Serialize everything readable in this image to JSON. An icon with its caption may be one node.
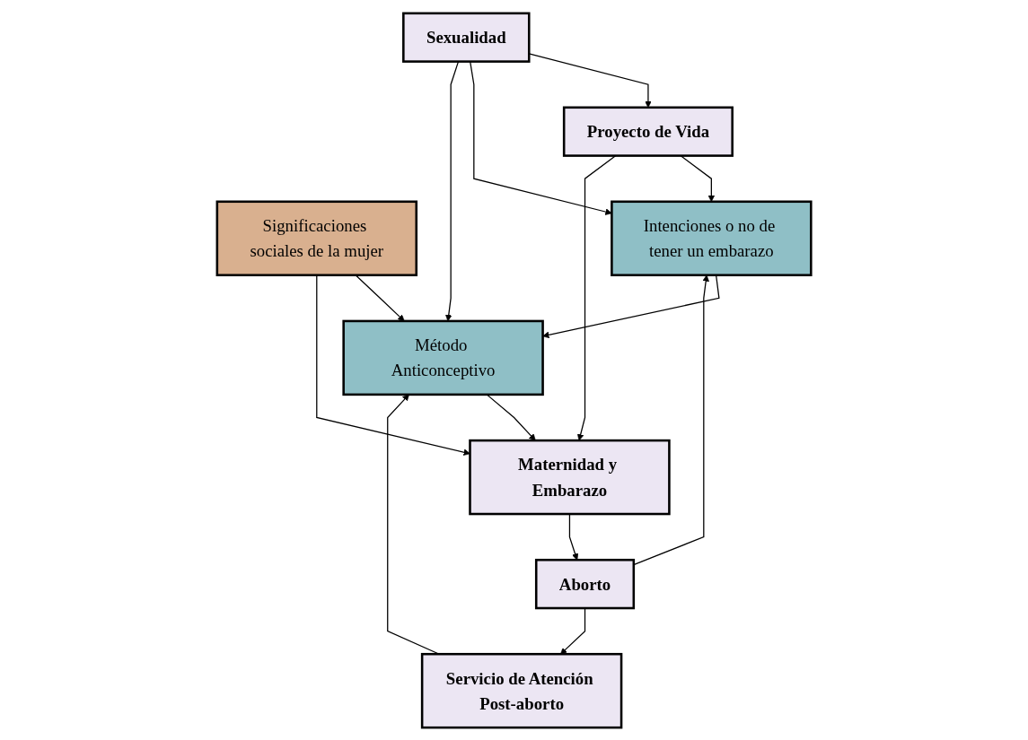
{
  "diagram": {
    "nodes": [
      {
        "text": [
          "Sexualidad"
        ]
      },
      {
        "text": [
          "Significaciones sociales de la mujer"
        ]
      },
      {
        "text": [
          "Proyecto de Vida"
        ]
      },
      {
        "text": [
          "Método Anticonceptivo"
        ]
      },
      {
        "text": [
          "Maternidad y Embarazo"
        ]
      },
      {
        "text": [
          "Aborto"
        ]
      },
      {
        "text": [
          "Intenciones o no de tener un embarazo"
        ]
      },
      {
        "text": [
          "Servicio de Atención Post-aborto"
        ]
      }
    ],
    "edges": [
      {
        "from": 0,
        "to": 2,
        "arrow": "to"
      },
      {
        "from": 0,
        "to": 6,
        "arrow": "to"
      },
      {
        "from": 0,
        "to": 3,
        "arrow": "to"
      },
      {
        "from": 1,
        "to": 3,
        "arrow": "to"
      },
      {
        "from": 1,
        "to": 4,
        "arrow": "to"
      },
      {
        "from": 3,
        "to": 4,
        "arrow": "to"
      },
      {
        "from": 4,
        "to": 5,
        "arrow": "to"
      },
      {
        "from": 2,
        "to": 6,
        "arrow": "to"
      },
      {
        "from": 6,
        "to": 3,
        "arrow": "to"
      },
      {
        "from": 7,
        "to": 3,
        "arrow": "to"
      },
      {
        "from": 2,
        "to": 4,
        "arrow": "to"
      },
      {
        "from": 5,
        "to": 6,
        "arrow": "to"
      },
      {
        "from": 5,
        "to": 7,
        "arrow": "to"
      }
    ]
  }
}
